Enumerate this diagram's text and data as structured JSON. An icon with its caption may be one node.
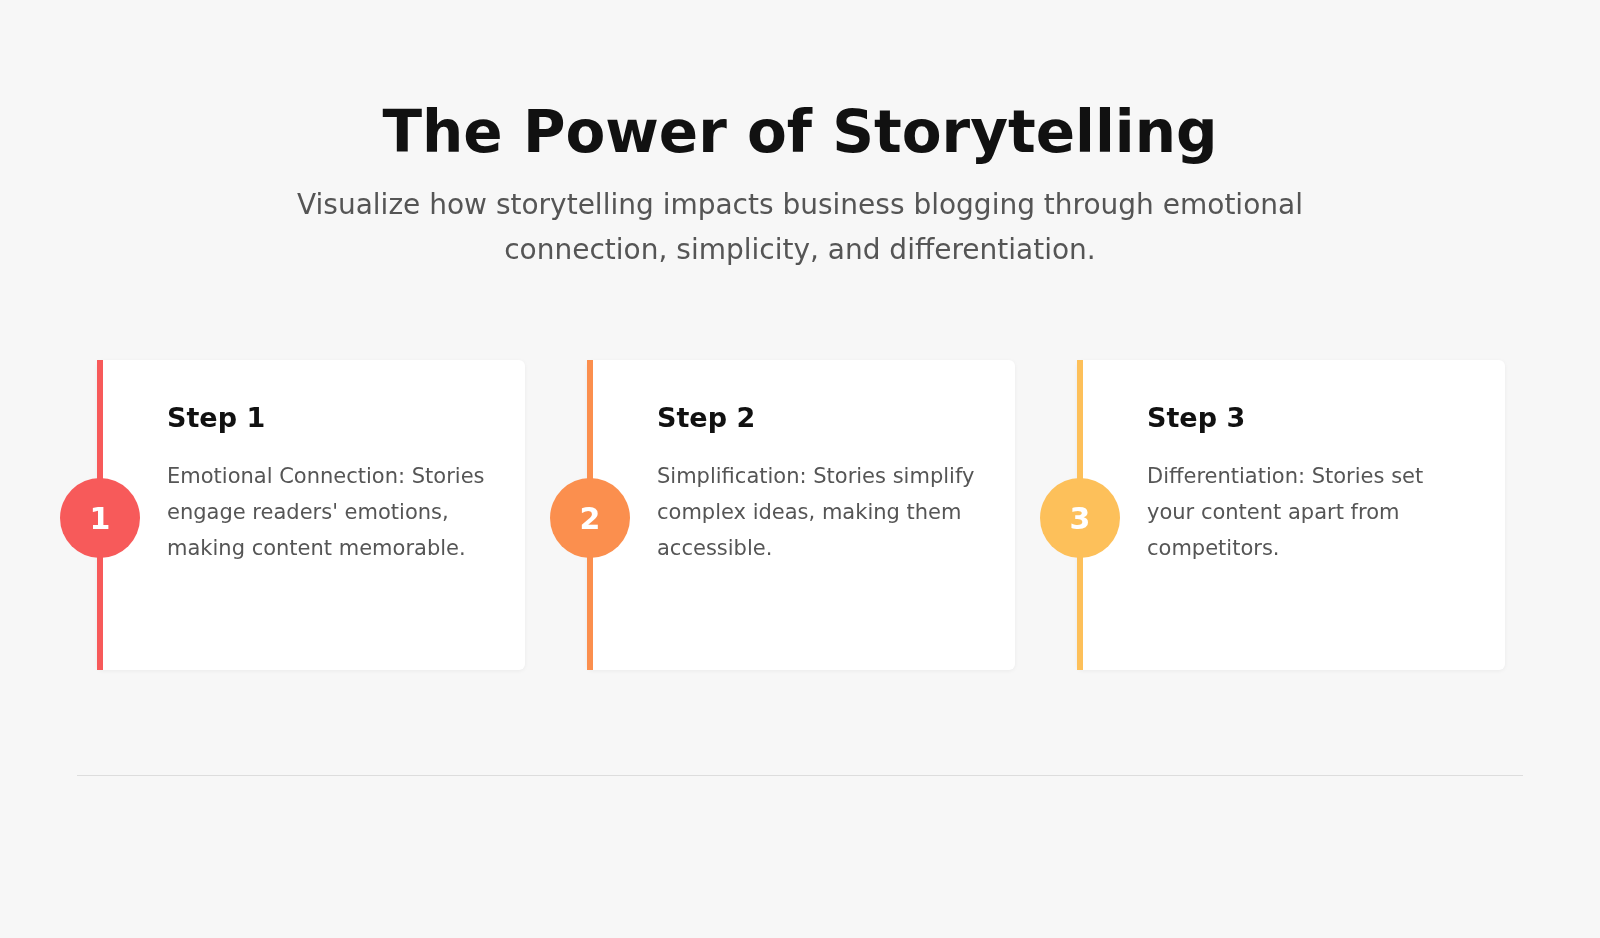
{
  "diagram": {
    "title": "The Power of Storytelling",
    "nodes": [
      {
        "text": [
          "Step 1",
          "Emotional Connection: Stories engage readers' emotions, making content memorable."
        ]
      },
      {
        "text": [
          "1"
        ]
      },
      {
        "text": [
          "Step 2",
          "Simplification: Stories simplify complex ideas, making them accessible."
        ]
      },
      {
        "text": [
          "2"
        ]
      },
      {
        "text": [
          "Step 3",
          "Differentiation: Stories set your content apart from competitors."
        ]
      },
      {
        "text": [
          "3"
        ]
      }
    ],
    "labels": [
      "Visualize how storytelling impacts business blogging through emotional connection, simplicity, and differentiation."
    ]
  }
}
